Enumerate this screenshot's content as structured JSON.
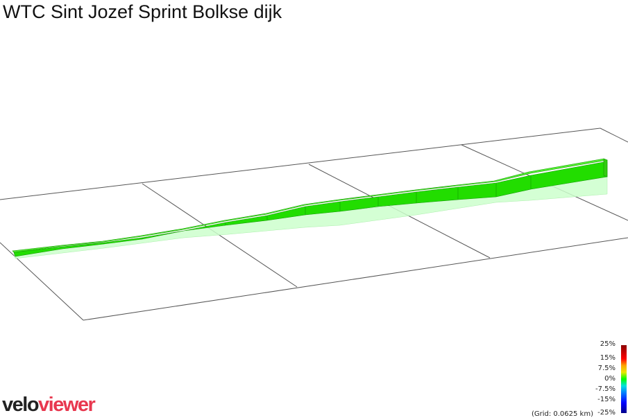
{
  "title": "WTC Sint Jozef Sprint Bolkse dijk",
  "logo": {
    "part1": "velo",
    "part2": "viewer"
  },
  "legend": {
    "labels": [
      "25%",
      "15%",
      "7.5%",
      "0%",
      "-7.5%",
      "-15%",
      "-25%"
    ],
    "grid_note": "(Grid: 0.0625 km)"
  },
  "colors": {
    "segment_fill": "#22dd00",
    "segment_light": "#88ee66",
    "shadow_fill": "#ccffcc",
    "grid_line": "#555555",
    "logo_dark": "#222222",
    "logo_accent": "#e8384f"
  }
}
